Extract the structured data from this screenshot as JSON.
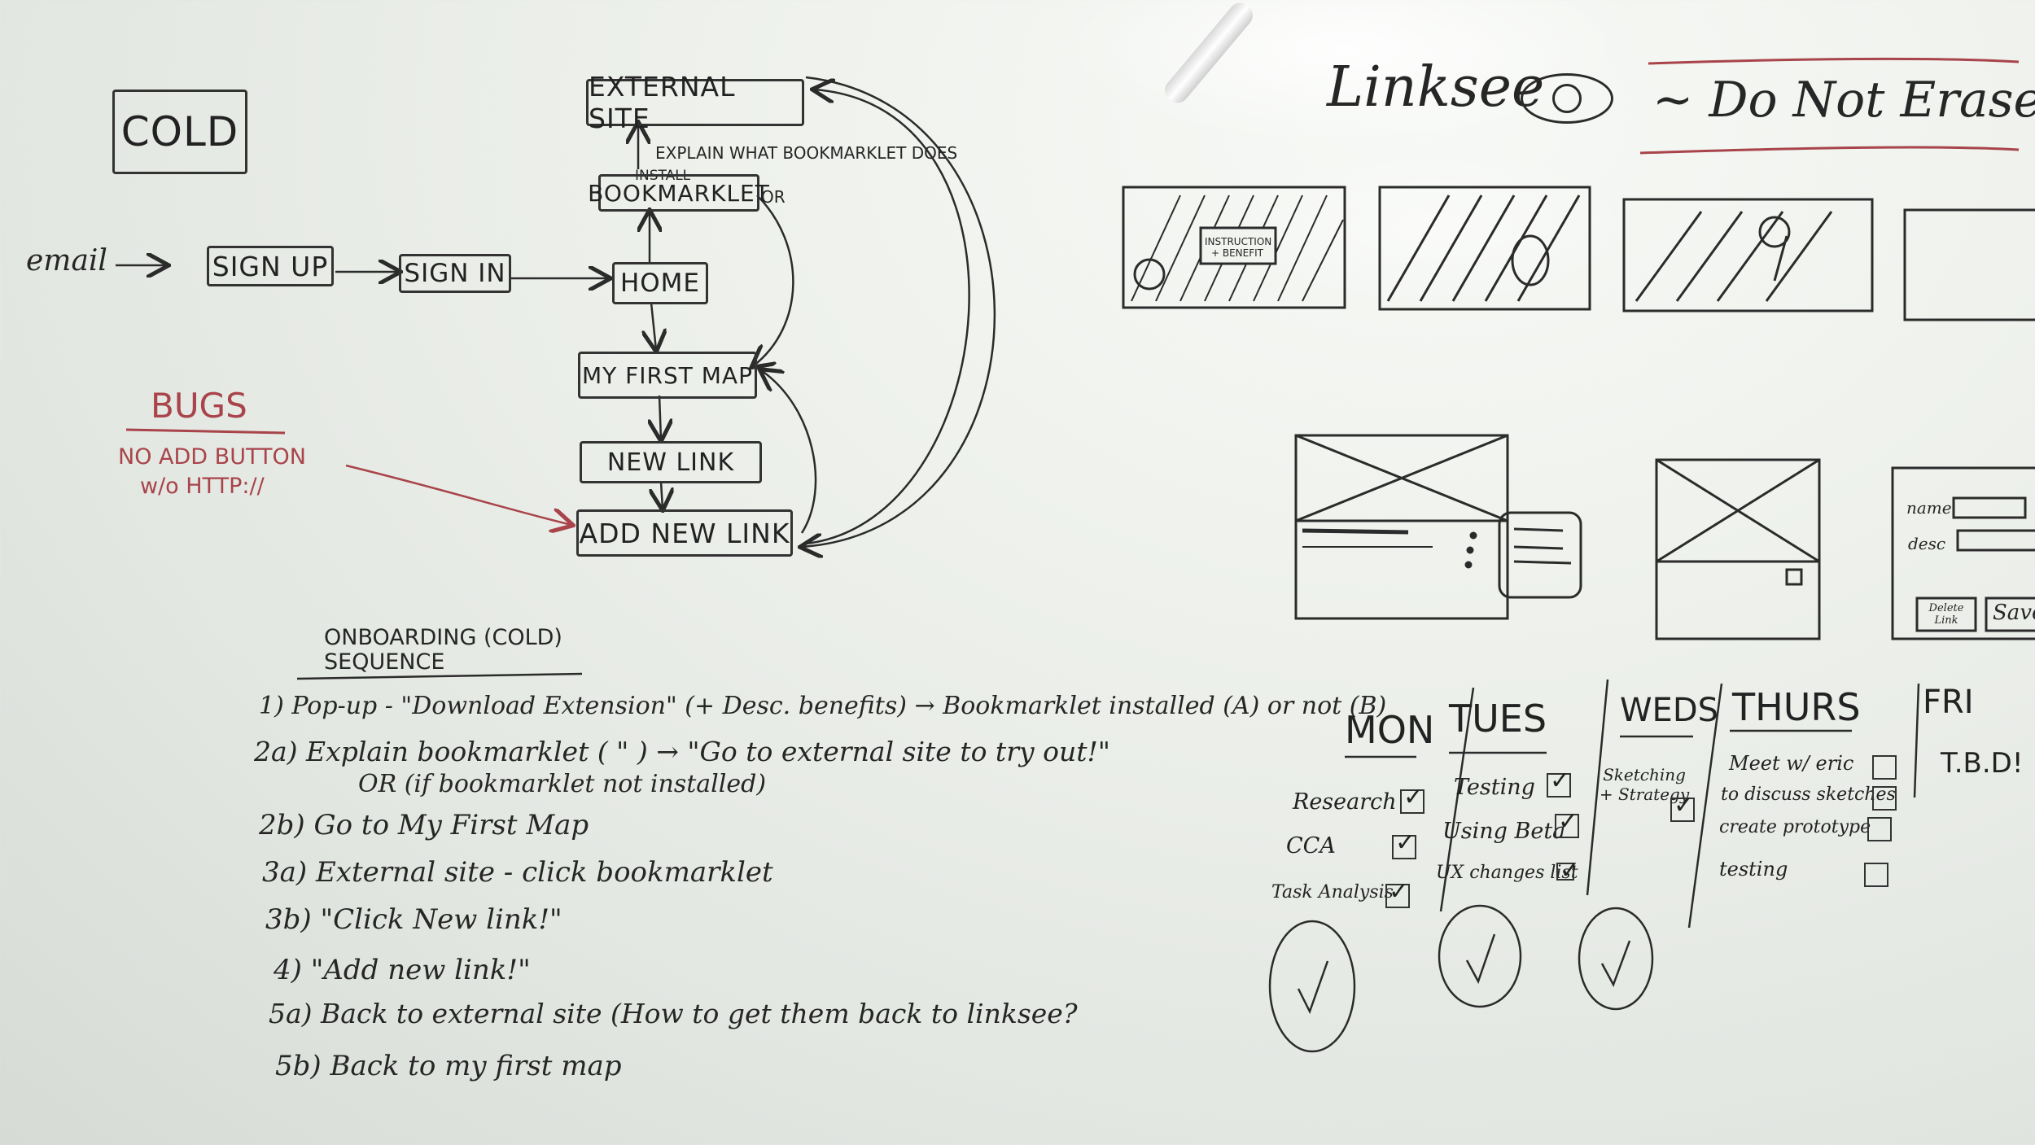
{
  "top_left": {
    "cold_label": "COLD"
  },
  "flow": {
    "email": "email",
    "sign_up": "SIGN UP",
    "sign_in": "SIGN IN",
    "home": "HOME",
    "install": "INSTALL",
    "bookmarklet": "BOOKMARKLET",
    "or": "OR",
    "external_site": "EXTERNAL SITE",
    "explain_note": "EXPLAIN WHAT BOOKMARKLET DOES",
    "my_first_map": "MY FIRST MAP",
    "new_link": "NEW LINK",
    "add_new_link": "ADD NEW LINK"
  },
  "bugs": {
    "title": "BUGS",
    "line1": "NO ADD BUTTON",
    "line2": "w/o HTTP://"
  },
  "header": {
    "brand": "Linksee",
    "do_not_erase": "~ Do Not Erase ~"
  },
  "wireframes": {
    "instruction_note": "INSTRUCTION + BENEFIT",
    "form_name": "name",
    "form_desc": "desc",
    "delete_button": "Delete Link",
    "save_button": "Save"
  },
  "onboarding": {
    "title_line1": "ONBOARDING (COLD)",
    "title_line2": "SEQUENCE",
    "steps": [
      "1) Pop-up - \"Download Extension\" (+ Desc. benefits) → Bookmarklet installed (A) or not (B)",
      "2a) Explain bookmarklet (          \"          ) → \"Go to external site to try out!\"",
      "OR (if bookmarklet not installed)",
      "2b) Go to My First Map",
      "3a) External site - click bookmarklet",
      "3b) \"Click New link!\"",
      "4) \"Add new link!\"",
      "5a) Back to external site (How to get them back to linksee?",
      "5b) Back to my first map"
    ]
  },
  "schedule": {
    "mon": {
      "label": "MON",
      "tasks": [
        "Research",
        "CCA",
        "Task Analysis"
      ]
    },
    "tues": {
      "label": "TUES",
      "tasks": [
        "Testing",
        "Using Beta",
        "UX changes list"
      ]
    },
    "weds": {
      "label": "WEDS",
      "tasks": [
        "Sketching + Strategy"
      ]
    },
    "thurs": {
      "label": "THURS",
      "tasks": [
        "Meet w/ eric",
        "to discuss sketches",
        "create prototype",
        "testing"
      ]
    },
    "fri": {
      "label": "FRI",
      "tasks": [
        "T.B.D!"
      ]
    }
  },
  "colors": {
    "marker_black": "#262626",
    "marker_red": "#a8444a",
    "board": "#eef1ec"
  }
}
